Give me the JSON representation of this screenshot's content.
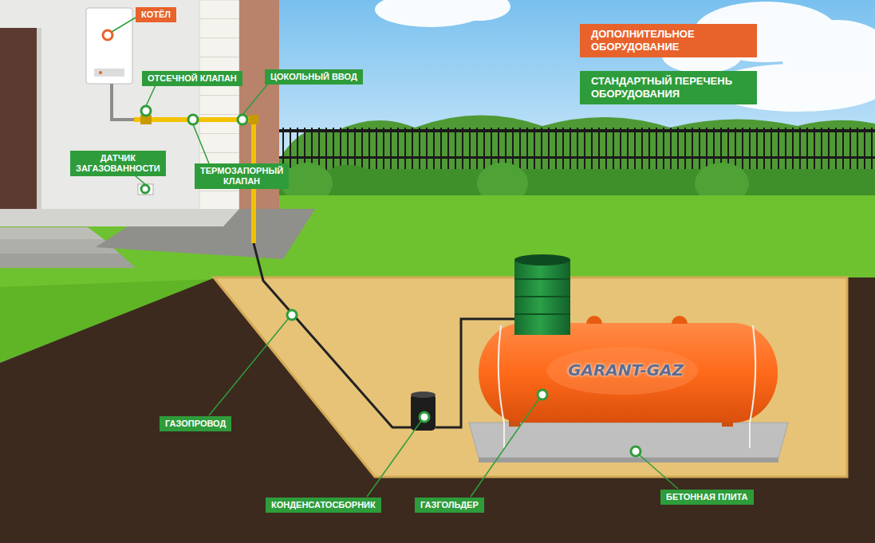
{
  "diagram": {
    "nodes": [
      {
        "text": [
          "КОТЁЛ"
        ]
      },
      {
        "text": [
          "ОТСЕЧНОЙ КЛАПАН"
        ]
      },
      {
        "text": [
          "ЦОКОЛЬНЫЙ ВВОД"
        ]
      },
      {
        "text": [
          "ДАТЧИК ЗАГАЗОВАННОСТИ"
        ]
      },
      {
        "text": [
          "ТЕРМОЗАПОРНЫЙ КЛАПАН"
        ]
      },
      {
        "text": [
          "ГАЗОПРОВОД"
        ]
      },
      {
        "text": [
          "КОНДЕНСАТОСБОРНИК"
        ]
      },
      {
        "text": [
          "ГАЗГОЛЬДЕР"
        ]
      },
      {
        "text": [
          "БЕТОННАЯ ПЛИТА"
        ]
      }
    ],
    "labels": [
      "GARANT-GAZ"
    ],
    "legend": [
      {
        "text": "ДОПОЛНИТЕЛЬНОЕ ОБОРУДОВАНИЕ",
        "color": "#e8622c"
      },
      {
        "text": "СТАНДАРТНЫЙ ПЕРЕЧЕНЬ ОБОРУДОВАНИЯ",
        "color": "#2e9c3a"
      }
    ]
  }
}
